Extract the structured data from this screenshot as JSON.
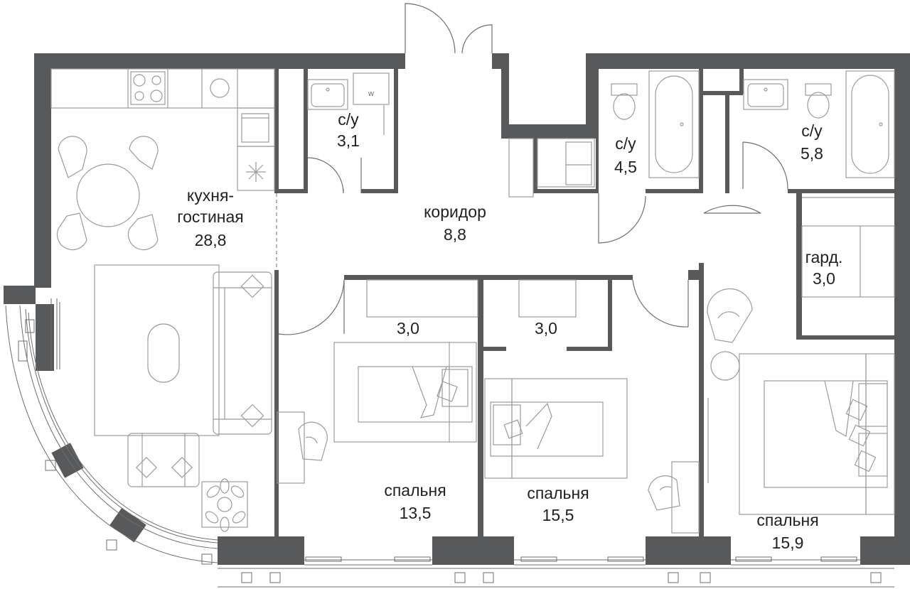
{
  "rooms": {
    "kitchen_living": {
      "name_line1": "кухня-",
      "name_line2": "гостиная",
      "area": "28,8"
    },
    "bath_small": {
      "name": "с/у",
      "area": "3,1"
    },
    "corridor": {
      "name": "коридор",
      "area": "8,8"
    },
    "bath_mid": {
      "name": "с/у",
      "area": "4,5"
    },
    "bath_large": {
      "name": "с/у",
      "area": "5,8"
    },
    "wardrobe": {
      "name": "гард.",
      "area": "3,0"
    },
    "closet_1": {
      "area": "3,0"
    },
    "closet_2": {
      "area": "3,0"
    },
    "bedroom_1": {
      "name": "спальня",
      "area": "13,5"
    },
    "bedroom_2": {
      "name": "спальня",
      "area": "15,5"
    },
    "bedroom_3": {
      "name": "спальня",
      "area": "15,9"
    }
  },
  "fixtures": {
    "washer_mark": "w"
  },
  "colors": {
    "wall": "#58595b",
    "furniture": "#9a9b9d",
    "text": "#231f20",
    "background": "#ffffff"
  }
}
